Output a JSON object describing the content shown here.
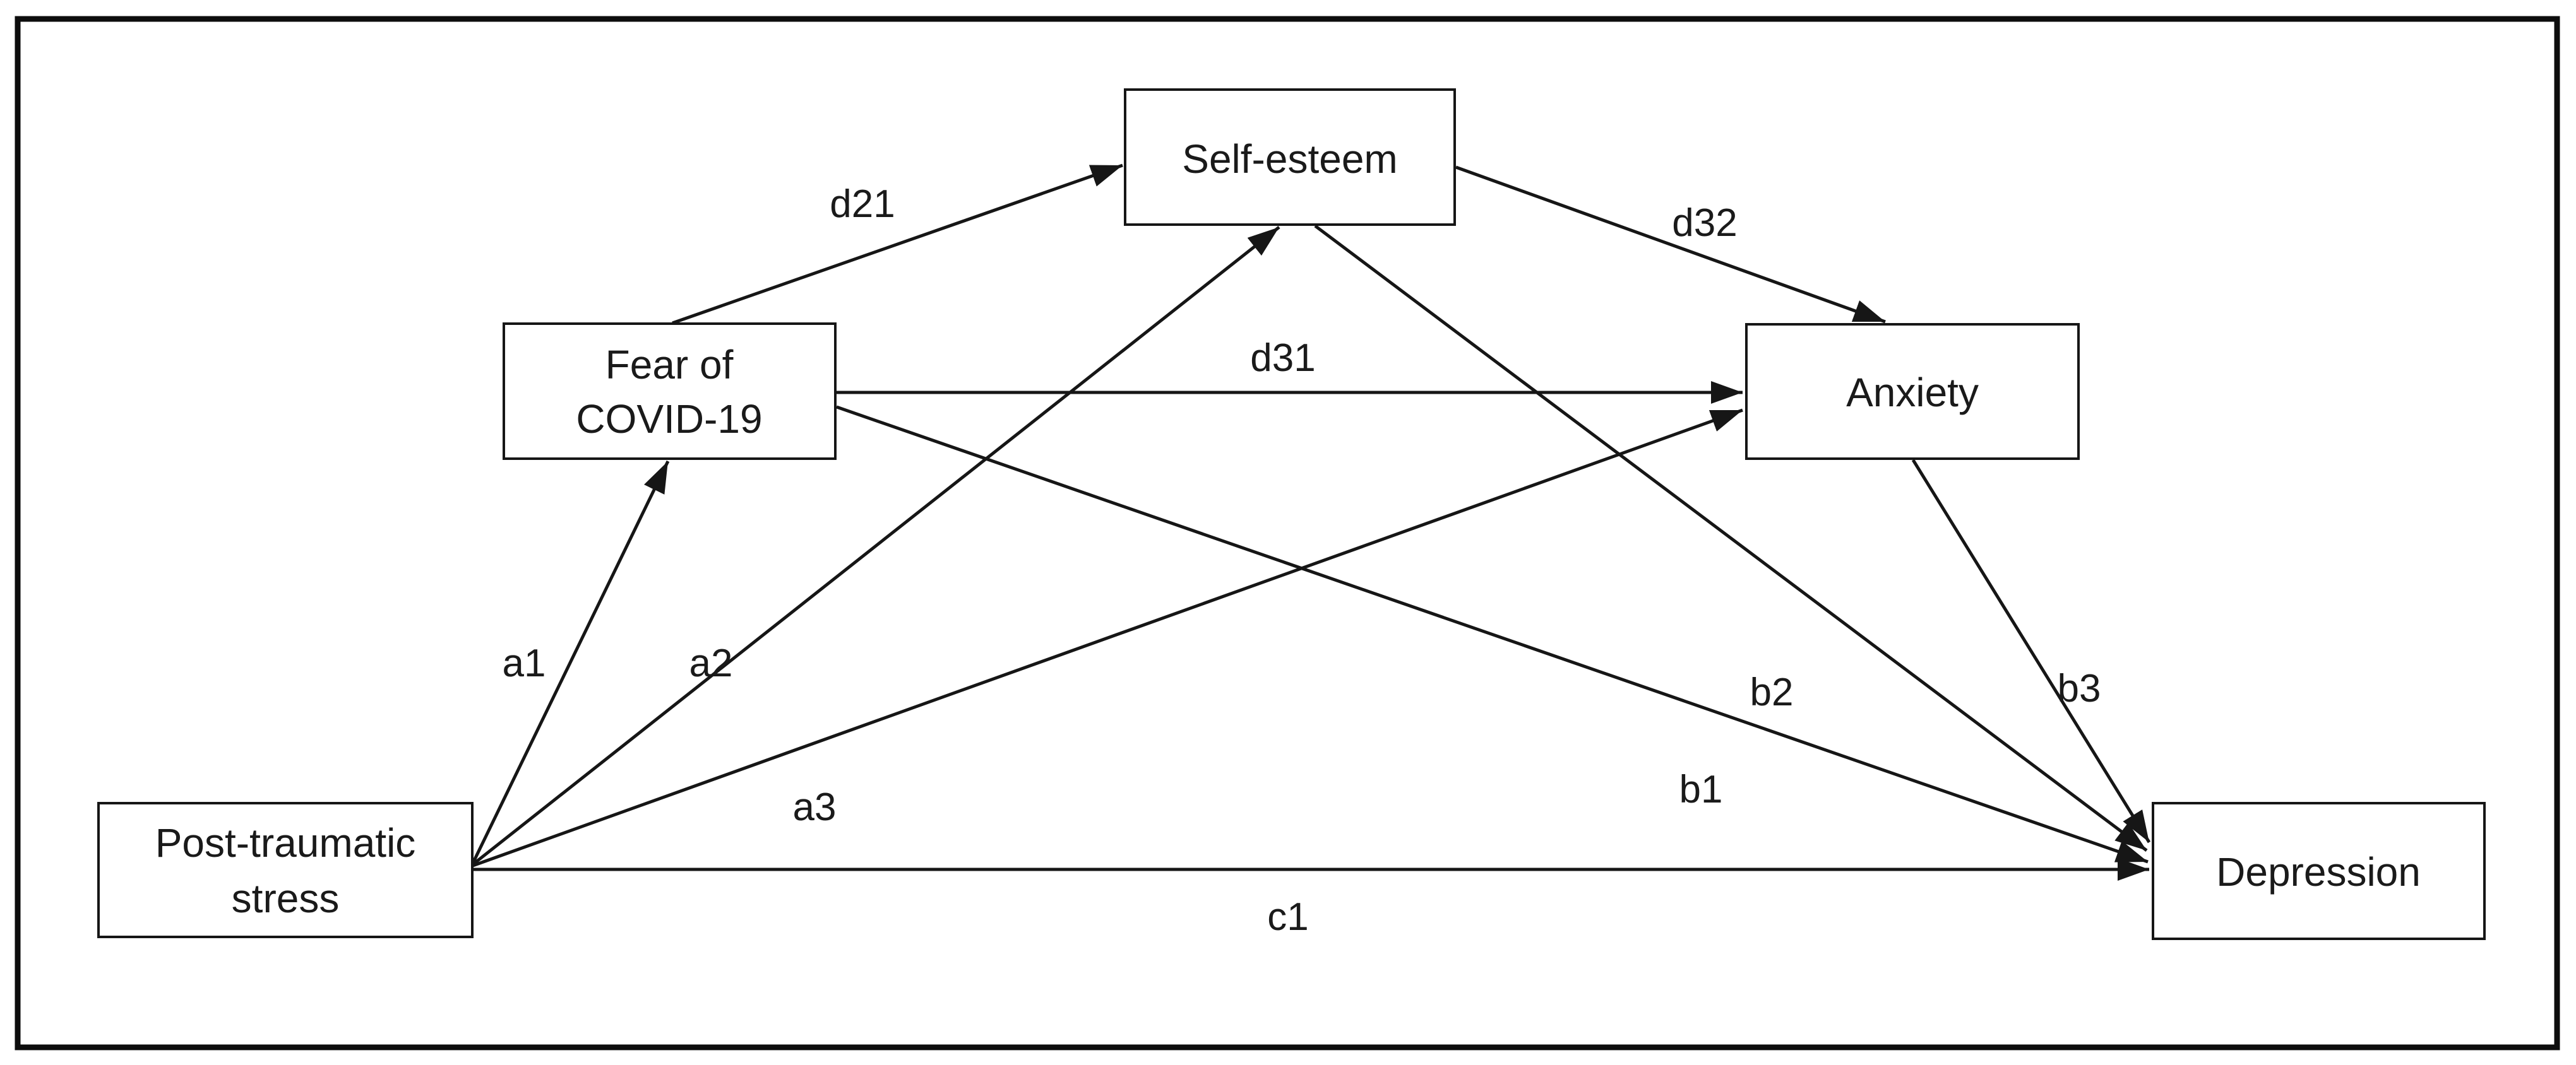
{
  "figure": {
    "background_color": "#ffffff",
    "line_color": "#161616",
    "text_color": "#1a1a1a",
    "nodes": {
      "pts": {
        "line1": "Post-traumatic",
        "line2": "stress"
      },
      "fear": {
        "line1": "Fear of",
        "line2": "COVID-19"
      },
      "self_esteem": {
        "label": "Self-esteem"
      },
      "anxiety": {
        "label": "Anxiety"
      },
      "depression": {
        "label": "Depression"
      }
    },
    "edges": {
      "a1": {
        "label": "a1",
        "from": "Post-traumatic stress",
        "to": "Fear of COVID-19"
      },
      "a2": {
        "label": "a2",
        "from": "Post-traumatic stress",
        "to": "Self-esteem"
      },
      "a3": {
        "label": "a3",
        "from": "Post-traumatic stress",
        "to": "Anxiety"
      },
      "c1": {
        "label": "c1",
        "from": "Post-traumatic stress",
        "to": "Depression"
      },
      "d21": {
        "label": "d21",
        "from": "Fear of COVID-19",
        "to": "Self-esteem"
      },
      "d31": {
        "label": "d31",
        "from": "Fear of COVID-19",
        "to": "Anxiety"
      },
      "d32": {
        "label": "d32",
        "from": "Self-esteem",
        "to": "Anxiety"
      },
      "b1": {
        "label": "b1",
        "from": "Fear of COVID-19",
        "to": "Depression"
      },
      "b2": {
        "label": "b2",
        "from": "Self-esteem",
        "to": "Depression"
      },
      "b3": {
        "label": "b3",
        "from": "Anxiety",
        "to": "Depression"
      }
    }
  }
}
